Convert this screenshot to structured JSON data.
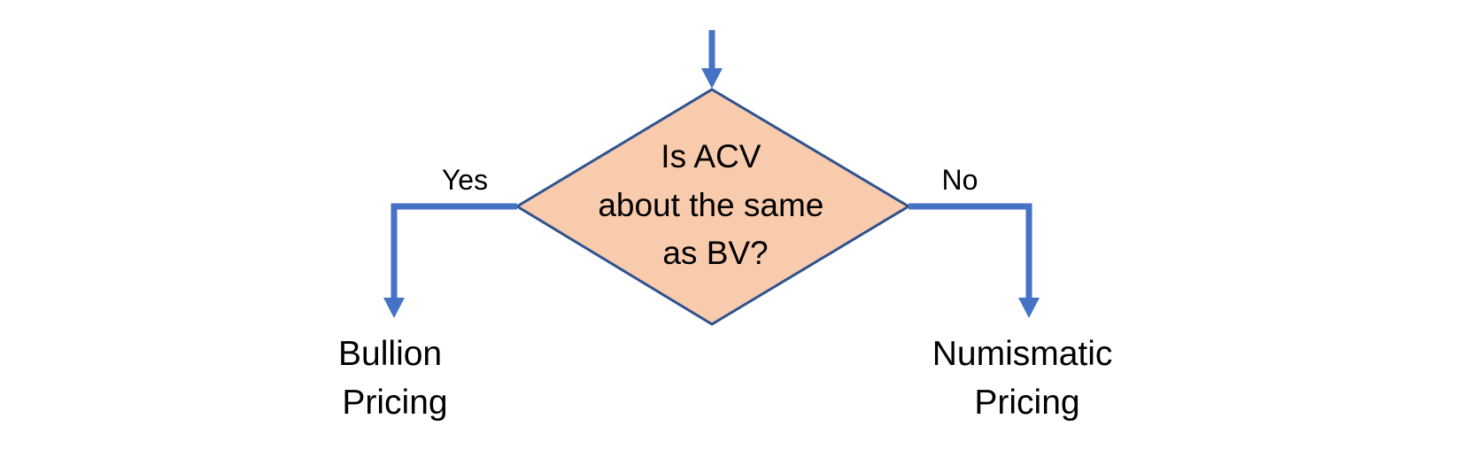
{
  "decision": {
    "lines": [
      "Is ACV",
      "about the same",
      "as BV?"
    ]
  },
  "branches": {
    "yes": {
      "label": "Yes",
      "outcome": [
        "Bullion",
        "Pricing"
      ]
    },
    "no": {
      "label": "No",
      "outcome": [
        "Numismatic",
        "Pricing"
      ]
    }
  },
  "colors": {
    "connector": "#4472C4",
    "decision_fill": "#F8CBAD",
    "decision_stroke": "#2F528F",
    "text": "#000000"
  }
}
